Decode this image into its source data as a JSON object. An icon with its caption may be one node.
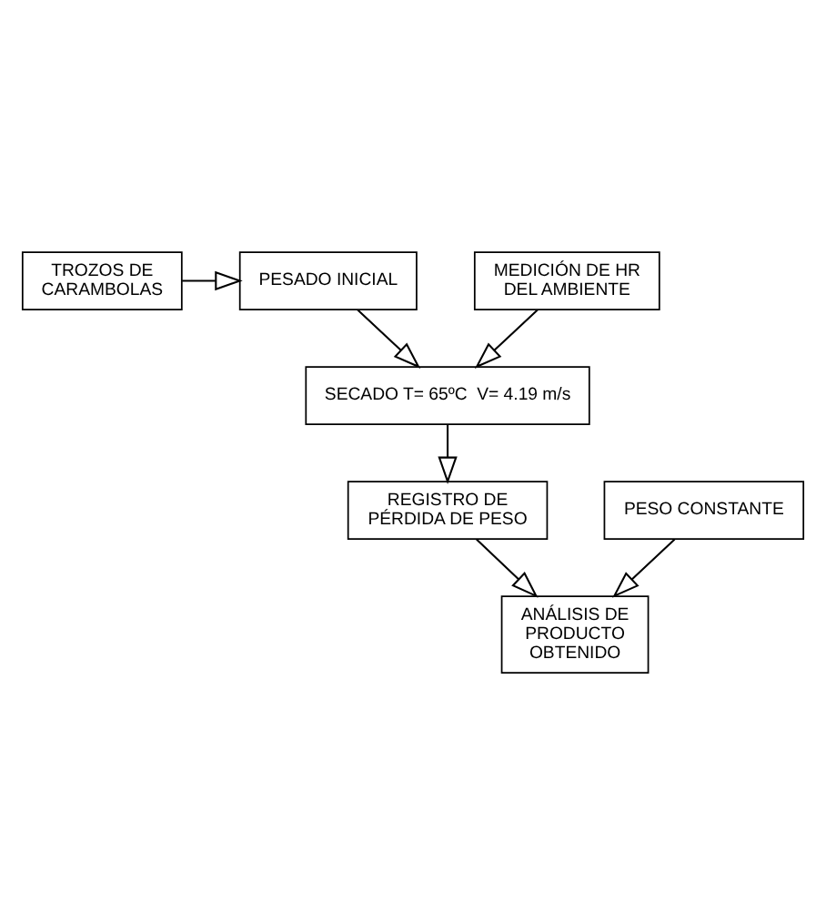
{
  "diagram": {
    "nodes": [
      {
        "text": [
          "TROZOS DE CARAMBOLAS"
        ]
      },
      {
        "text": [
          "PESADO INICIAL"
        ]
      },
      {
        "text": [
          "MEDICIÓN DE HR DEL AMBIENTE"
        ]
      },
      {
        "text": [
          "SECADO T= 65ºC  V= 4.19 m/s"
        ]
      },
      {
        "text": [
          "REGISTRO DE PÉRDIDA DE PESO"
        ]
      },
      {
        "text": [
          "PESO CONSTANTE"
        ]
      },
      {
        "text": [
          "ANÁLISIS DE PRODUCTO OBTENIDO"
        ]
      }
    ],
    "edges": [
      {
        "from": 0,
        "to": 1,
        "arrow": "to"
      },
      {
        "from": 1,
        "to": 3,
        "arrow": "to"
      },
      {
        "from": 2,
        "to": 3,
        "arrow": "to"
      },
      {
        "from": 3,
        "to": 4,
        "arrow": "to"
      },
      {
        "from": 4,
        "to": 6,
        "arrow": "to"
      },
      {
        "from": 5,
        "to": 6,
        "arrow": "to"
      }
    ]
  }
}
